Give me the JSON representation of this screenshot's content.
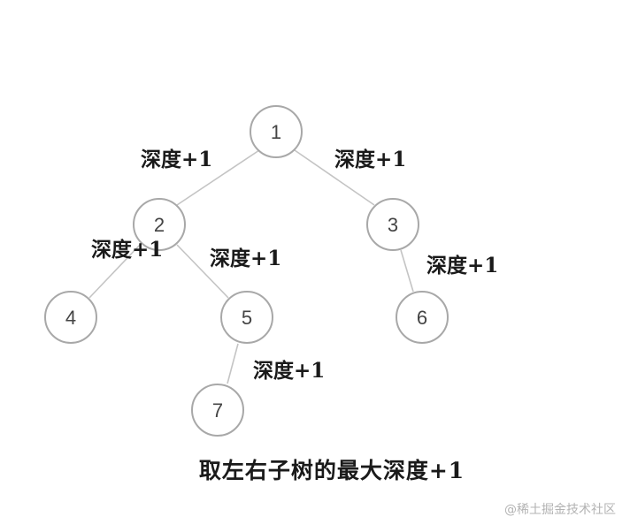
{
  "tree": {
    "nodes": [
      {
        "id": "1",
        "label": "1"
      },
      {
        "id": "2",
        "label": "2"
      },
      {
        "id": "3",
        "label": "3"
      },
      {
        "id": "4",
        "label": "4"
      },
      {
        "id": "5",
        "label": "5"
      },
      {
        "id": "6",
        "label": "6"
      },
      {
        "id": "7",
        "label": "7"
      }
    ],
    "edges": [
      {
        "from": "1",
        "to": "2",
        "label": "深度+1"
      },
      {
        "from": "1",
        "to": "3",
        "label": "深度+1"
      },
      {
        "from": "2",
        "to": "4",
        "label": "深度+1"
      },
      {
        "from": "2",
        "to": "5",
        "label": "深度+1"
      },
      {
        "from": "3",
        "to": "6",
        "label": "深度+1"
      },
      {
        "from": "5",
        "to": "7",
        "label": "深度+1"
      }
    ]
  },
  "caption": "取左右子树的最大深度+1",
  "watermark": "@稀土掘金技术社区",
  "colors": {
    "edge": "#c4c4c4",
    "node_border": "#a8a8a8",
    "node_text": "#444444",
    "text": "#1a1a1a",
    "watermark": "#b3b3b3"
  }
}
